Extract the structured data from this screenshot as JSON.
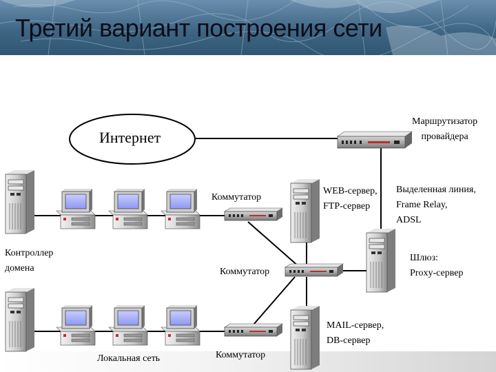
{
  "slide": {
    "title": "Третий вариант построения сети"
  },
  "colors": {
    "header_bg": "#3f6684",
    "device_body": "#c8c8c8",
    "monitor_screen": "#a9b3ff",
    "link_line": "#000000"
  },
  "labels": {
    "internet": "Интернет",
    "router_line1": "Маршрутизатор",
    "router_line2": "провайдера",
    "dedicated_line1": "Выделенная линия,",
    "dedicated_line2": "Frame Relay,",
    "dedicated_line3": "ADSL",
    "web_line1": "WEB-сервер,",
    "web_line2": "FTP-сервер",
    "switch_top": "Коммутатор",
    "switch_center": "Коммутатор",
    "switch_bottom": "Коммутатор",
    "gateway_line1": "Шлюз:",
    "gateway_line2": "Proxy-сервер",
    "dc_line1": "Контроллер",
    "dc_line2": "домена",
    "mail_line1": "MAIL-сервер,",
    "mail_line2": "DB-сервер",
    "lan": "Локальная сеть"
  },
  "icons": {
    "server": "server-tower-icon",
    "workstation": "desktop-computer-icon",
    "switch": "network-switch-icon",
    "router": "router-icon",
    "cloud": "internet-ellipse"
  }
}
